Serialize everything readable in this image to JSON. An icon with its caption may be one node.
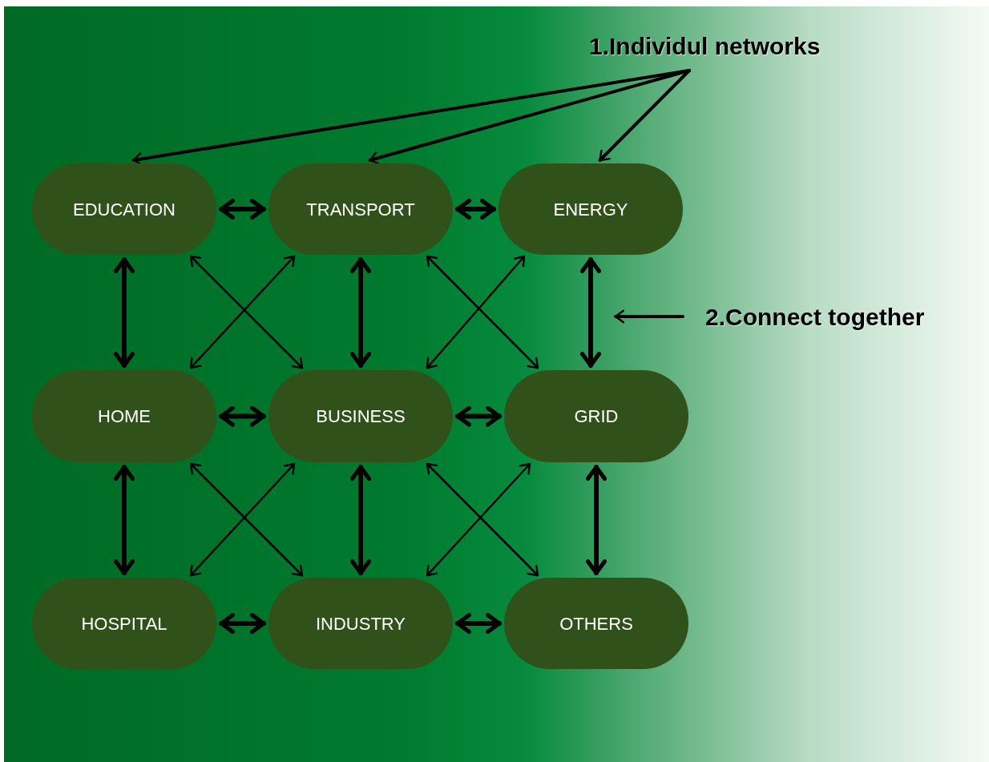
{
  "diagram": {
    "nodes": [
      {
        "text": [
          "1.Individul networks"
        ]
      },
      {
        "text": [
          "2.Connect together"
        ]
      },
      {
        "text": [
          "EDUCATION"
        ]
      },
      {
        "text": [
          "TRANSPORT"
        ]
      },
      {
        "text": [
          "ENERGY"
        ]
      },
      {
        "text": [
          "HOME"
        ]
      },
      {
        "text": [
          "BUSINESS"
        ]
      },
      {
        "text": [
          "GRID"
        ]
      },
      {
        "text": [
          "HOSPITAL"
        ]
      },
      {
        "text": [
          "INDUSTRY"
        ]
      },
      {
        "text": [
          "OTHERS"
        ]
      }
    ],
    "edges": [
      {
        "from": 0,
        "to": 2,
        "arrow": "to"
      },
      {
        "from": 0,
        "to": 3,
        "arrow": "to"
      },
      {
        "from": 0,
        "to": 4,
        "arrow": "to"
      },
      {
        "from": 1,
        "to": null,
        "arrow": "to"
      },
      {
        "from": 2,
        "to": 3,
        "arrow": "both"
      },
      {
        "from": 3,
        "to": 4,
        "arrow": "both"
      },
      {
        "from": 5,
        "to": 6,
        "arrow": "both"
      },
      {
        "from": 6,
        "to": 7,
        "arrow": "both"
      },
      {
        "from": 8,
        "to": 9,
        "arrow": "both"
      },
      {
        "from": 9,
        "to": 10,
        "arrow": "both"
      },
      {
        "from": 2,
        "to": 5,
        "arrow": "both"
      },
      {
        "from": 3,
        "to": 6,
        "arrow": "both"
      },
      {
        "from": 4,
        "to": 7,
        "arrow": "both"
      },
      {
        "from": 5,
        "to": 8,
        "arrow": "both"
      },
      {
        "from": 6,
        "to": 9,
        "arrow": "both"
      },
      {
        "from": 7,
        "to": 10,
        "arrow": "both"
      },
      {
        "from": 2,
        "to": 6,
        "arrow": "both"
      },
      {
        "from": 3,
        "to": 5,
        "arrow": "both"
      },
      {
        "from": 3,
        "to": 7,
        "arrow": "both"
      },
      {
        "from": 4,
        "to": 6,
        "arrow": "both"
      },
      {
        "from": 5,
        "to": 9,
        "arrow": "both"
      },
      {
        "from": 6,
        "to": 8,
        "arrow": "both"
      },
      {
        "from": 6,
        "to": 10,
        "arrow": "both"
      },
      {
        "from": 7,
        "to": 9,
        "arrow": "both"
      }
    ]
  }
}
